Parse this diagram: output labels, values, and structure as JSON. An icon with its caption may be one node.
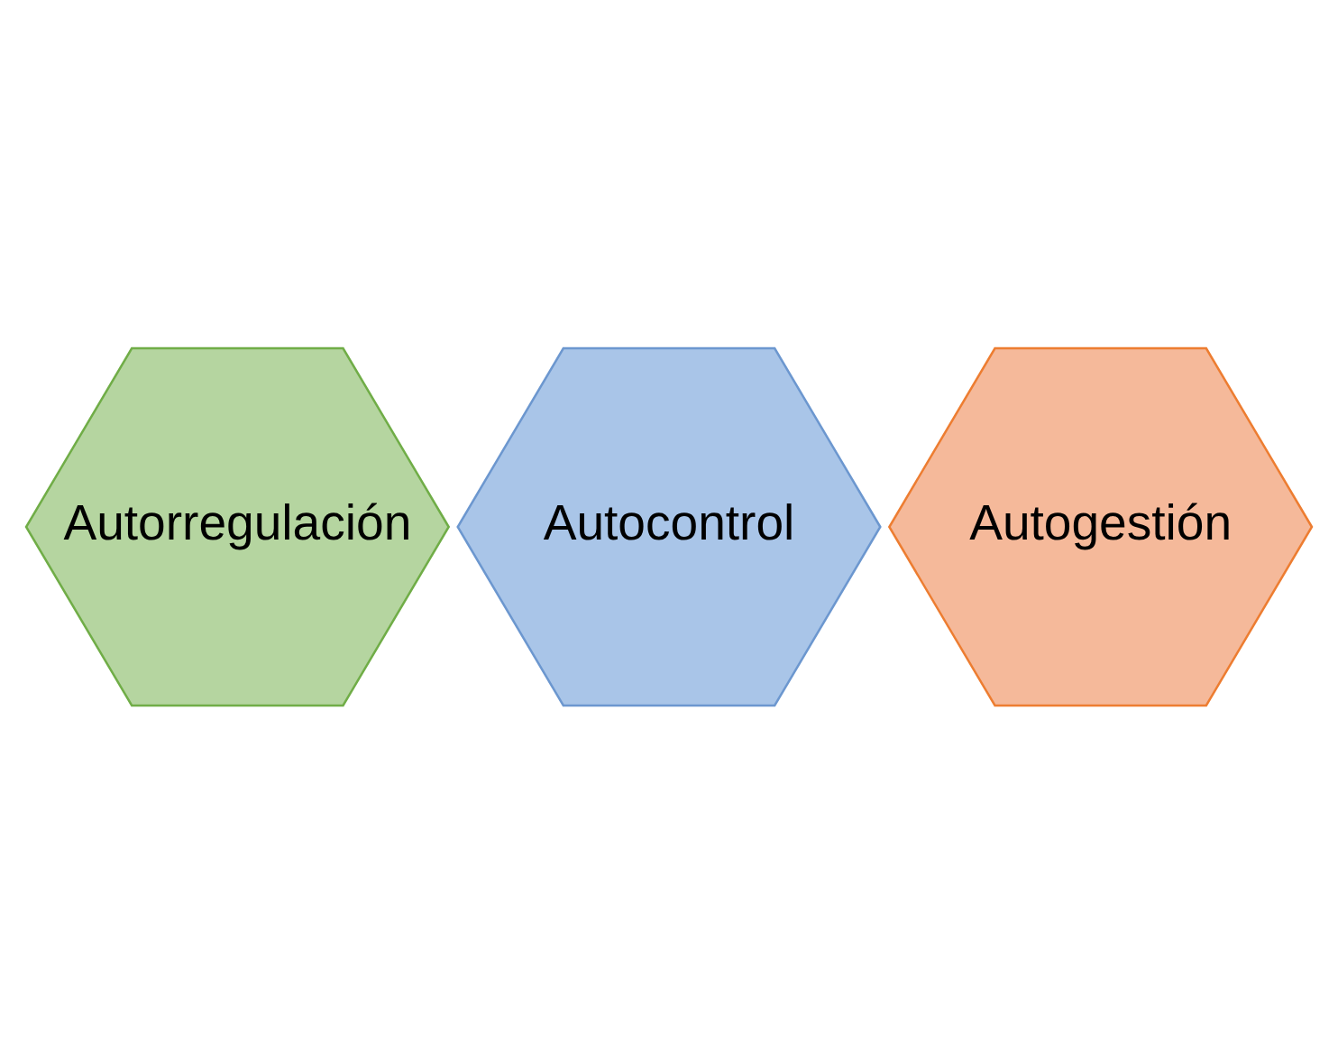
{
  "diagram": {
    "nodes": [
      {
        "text": [
          "Autorregulación"
        ]
      },
      {
        "text": [
          "Autocontrol"
        ]
      },
      {
        "text": [
          "Autogestión"
        ]
      }
    ]
  }
}
